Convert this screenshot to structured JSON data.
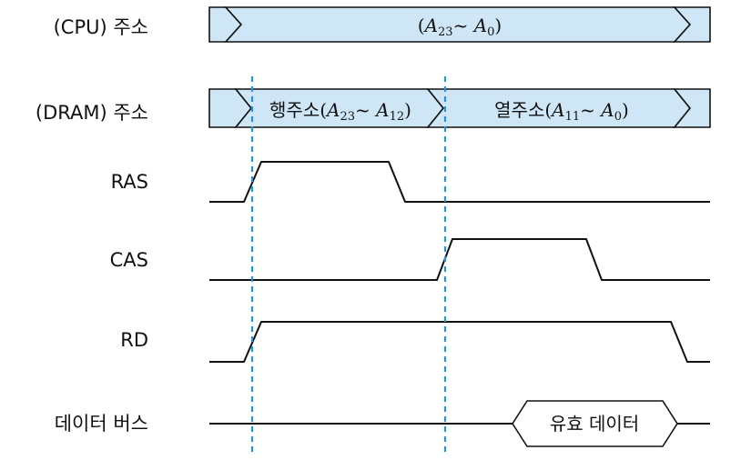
{
  "signals": {
    "cpu_address": "(CPU) 주소",
    "dram_address": "(DRAM) 주소",
    "ras": "RAS",
    "cas": "CAS",
    "rd": "RD",
    "data_bus": "데이터 버스"
  },
  "bus_labels": {
    "cpu_range": {
      "pre": "(",
      "a_hi": "A",
      "a_hi_sub": "23",
      "tilde": "~ ",
      "a_lo": "A",
      "a_lo_sub": "0",
      "post": ")"
    },
    "row_address": {
      "word": "행주소",
      "pre": "(",
      "a_hi": "A",
      "a_hi_sub": "23",
      "tilde": "~ ",
      "a_lo": "A",
      "a_lo_sub": "12",
      "post": ")"
    },
    "column_address": {
      "word": "열주소",
      "pre": "(",
      "a_hi": "A",
      "a_hi_sub": "11",
      "tilde": "~ ",
      "a_lo": "A",
      "a_lo_sub": "0",
      "post": ")"
    },
    "valid_data": "유효 데이터"
  },
  "colors": {
    "bus_fill": "#cfe6f7",
    "marker": "#2a93d5",
    "line": "#111111"
  }
}
